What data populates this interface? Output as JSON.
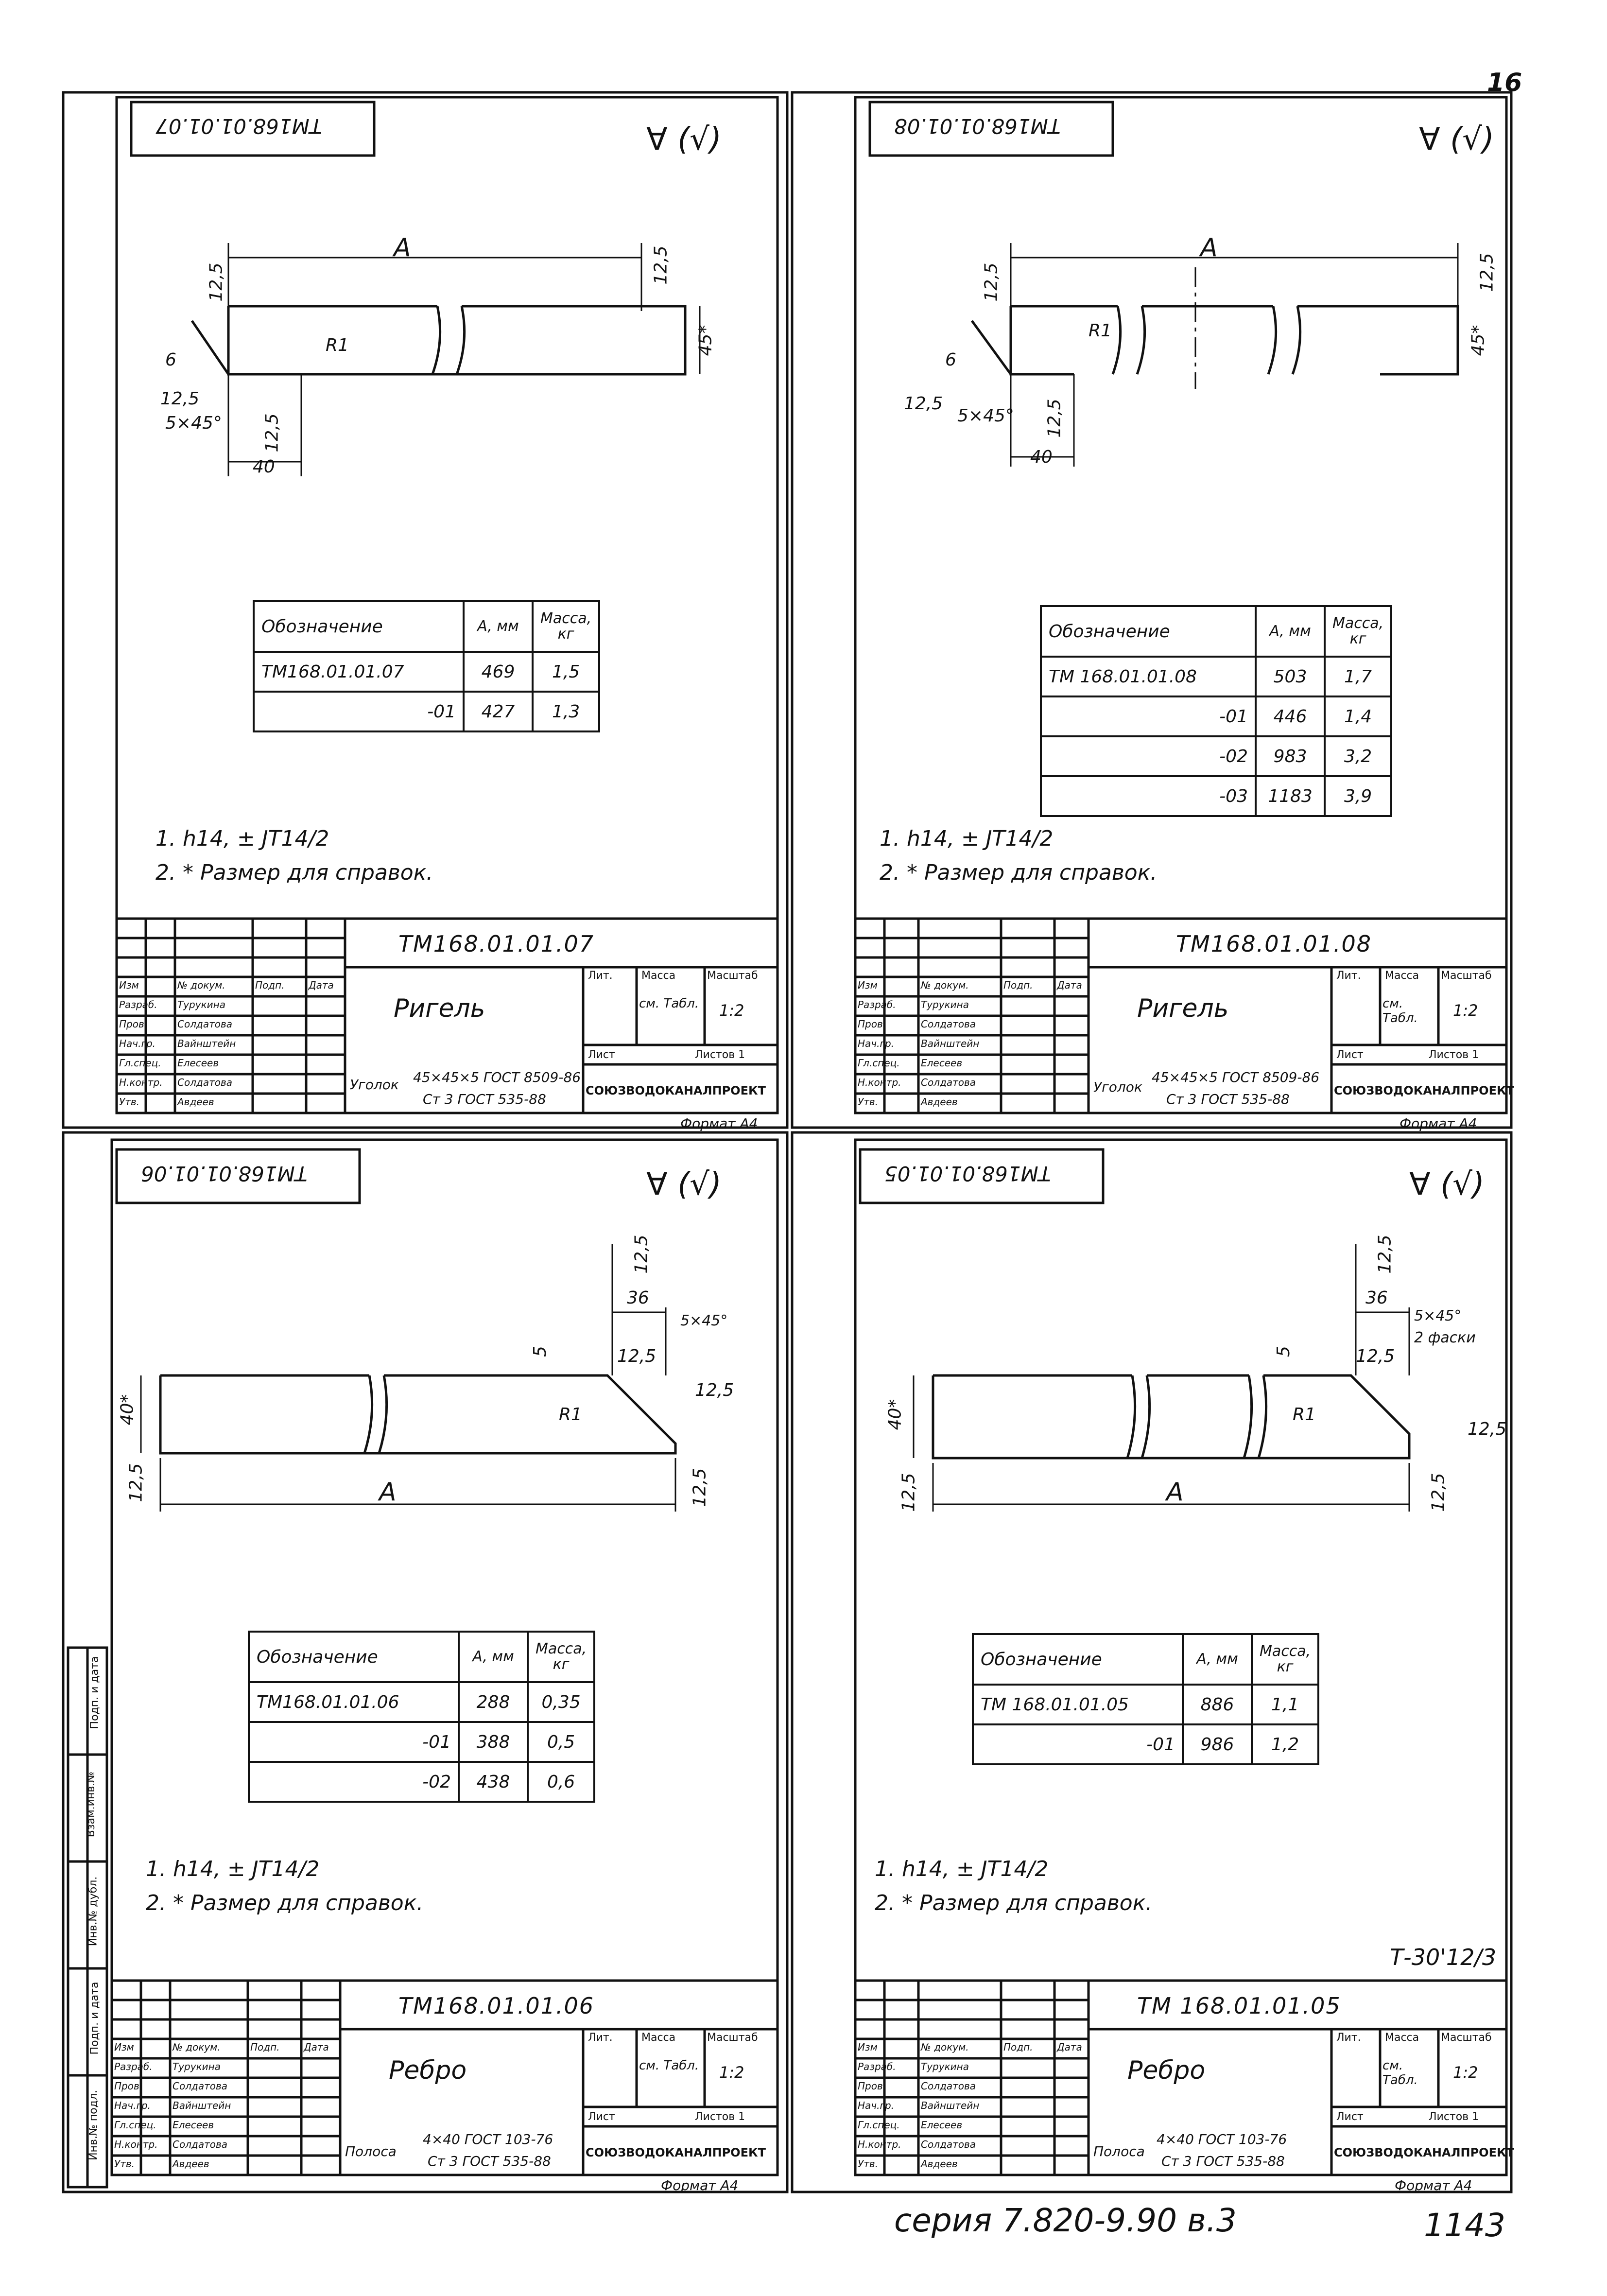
{
  "page": {
    "page_number": "16",
    "series": "серия 7.820-9.90 в.3",
    "sheet_ref": "Т-30'12/3",
    "archive": "1143"
  },
  "side_stamp": [
    "Подп. и дата",
    "Взам.инв.№",
    "Инв.№ дубл.",
    "Подп. и дата",
    "Инв.№ подл."
  ],
  "sheets": [
    {
      "code": "ТМ168.01.01.07",
      "roughness": "∀ (√)",
      "dims": {
        "a": "A",
        "r": "R1",
        "d125": "12,5",
        "d6": "6",
        "d5x45": "5×45°",
        "d45": "45*",
        "d40": "40"
      },
      "table": {
        "headers": [
          "Обозначение",
          "A, мм",
          "Масса, кг"
        ],
        "rows": [
          [
            "ТМ168.01.01.07",
            "469",
            "1,5"
          ],
          [
            "-01",
            "427",
            "1,3"
          ]
        ]
      },
      "notes": [
        "1. h14, ± JT14/2",
        "2. * Размер для справок."
      ],
      "title_block": {
        "code": "ТМ168.01.01.07",
        "name": "Ригель",
        "material_main": "45×45×5 ГОСТ 8509-86",
        "material_sub": "Ст 3 ГОСТ 535-88",
        "material_prefix": "Уголок",
        "scale": "1:2",
        "mass": "см. Табл.",
        "org": "СОЮЗВОДОКАНАЛПРОЕКТ",
        "format": "Формат А4"
      }
    },
    {
      "code": "ТМ168.01.01.08",
      "roughness": "∀ (√)",
      "dims": {
        "a": "A",
        "r": "R1",
        "d125": "12,5",
        "d6": "6",
        "d5x45": "5×45°",
        "d45": "45*",
        "d40": "40"
      },
      "table": {
        "headers": [
          "Обозначение",
          "A, мм",
          "Масса, кг"
        ],
        "rows": [
          [
            "ТМ 168.01.01.08",
            "503",
            "1,7"
          ],
          [
            "-01",
            "446",
            "1,4"
          ],
          [
            "-02",
            "983",
            "3,2"
          ],
          [
            "-03",
            "1183",
            "3,9"
          ]
        ]
      },
      "notes": [
        "1. h14, ± JT14/2",
        "2. * Размер для справок."
      ],
      "title_block": {
        "code": "ТМ168.01.01.08",
        "name": "Ригель",
        "material_main": "45×45×5 ГОСТ 8509-86",
        "material_sub": "Ст 3 ГОСТ 535-88",
        "material_prefix": "Уголок",
        "scale": "1:2",
        "mass": "см. Табл.",
        "org": "СОЮЗВОДОКАНАЛПРОЕКТ",
        "format": "Формат А4"
      }
    },
    {
      "code": "ТМ168.01.01.06",
      "roughness": "∀ (√)",
      "dims": {
        "a": "A",
        "r": "R1",
        "d125": "12,5",
        "d5": "5",
        "d36": "36",
        "d5x45": "5×45°",
        "d40": "40*"
      },
      "table": {
        "headers": [
          "Обозначение",
          "A, мм",
          "Масса, кг"
        ],
        "rows": [
          [
            "ТМ168.01.01.06",
            "288",
            "0,35"
          ],
          [
            "-01",
            "388",
            "0,5"
          ],
          [
            "-02",
            "438",
            "0,6"
          ]
        ]
      },
      "notes": [
        "1. h14, ± JT14/2",
        "2. * Размер для справок."
      ],
      "title_block": {
        "code": "ТМ168.01.01.06",
        "name": "Ребро",
        "material_main": "4×40 ГОСТ 103-76",
        "material_sub": "Ст 3 ГОСТ 535-88",
        "material_prefix": "Полоса",
        "scale": "1:2",
        "mass": "см. Табл.",
        "org": "СОЮЗВОДОКАНАЛПРОЕКТ",
        "format": "Формат А4"
      }
    },
    {
      "code": "ТМ168.01.01.05",
      "roughness": "∀ (√)",
      "dims": {
        "a": "A",
        "r": "R1",
        "d125": "12,5",
        "d5": "5",
        "d36": "36",
        "d5x45": "5×45°",
        "d2f": "2 фаски",
        "d40": "40*"
      },
      "table": {
        "headers": [
          "Обозначение",
          "A, мм",
          "Масса, кг"
        ],
        "rows": [
          [
            "ТМ 168.01.01.05",
            "886",
            "1,1"
          ],
          [
            "-01",
            "986",
            "1,2"
          ]
        ]
      },
      "notes": [
        "1. h14, ± JT14/2",
        "2. * Размер для справок."
      ],
      "title_block": {
        "code": "ТМ 168.01.01.05",
        "name": "Ребро",
        "material_main": "4×40 ГОСТ 103-76",
        "material_sub": "Ст 3 ГОСТ 535-88",
        "material_prefix": "Полоса",
        "scale": "1:2",
        "mass": "см. Табл.",
        "org": "СОЮЗВОДОКАНАЛПРОЕКТ",
        "format": "Формат А4"
      }
    }
  ],
  "title_block_labels": {
    "izm": "Изм",
    "list": "Лист",
    "doc": "№ докум.",
    "podp": "Подп.",
    "data": "Дата",
    "lit": "Лит.",
    "massa": "Масса",
    "masshtab": "Масштаб",
    "list2": "Лист",
    "listov": "Листов 1",
    "roles": [
      "Разраб.",
      "Пров.",
      "Нач.гр.",
      "Гл.спец.",
      "Н.контр.",
      "Утв."
    ],
    "names": [
      "Турукина",
      "Солдатова",
      "Вайнштейн",
      "Елесеев",
      "Солдатова",
      "Авдеев"
    ]
  }
}
